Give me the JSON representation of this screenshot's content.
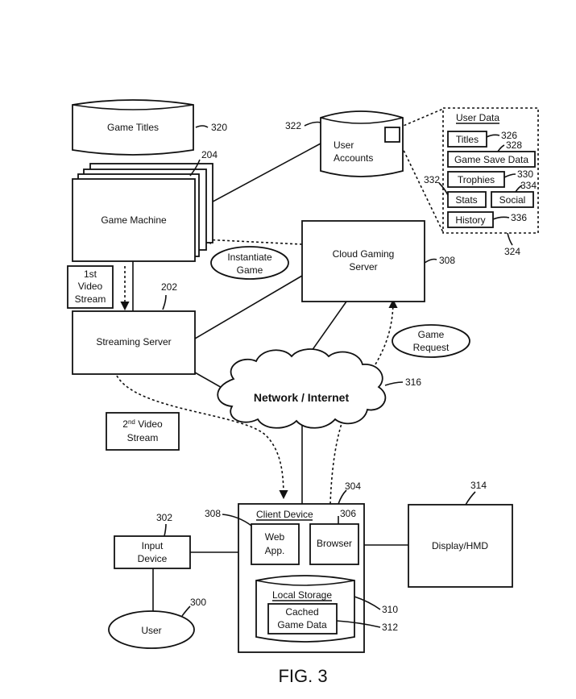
{
  "figure_label": "FIG. 3",
  "game_titles": {
    "label": "Game Titles",
    "ref": "320"
  },
  "game_machine": {
    "label": "Game Machine",
    "ref": "204"
  },
  "user_accounts": {
    "line1": "User",
    "line2": "Accounts",
    "ref": "322"
  },
  "user_data": {
    "title": "User Data",
    "ref": "324",
    "items": {
      "titles": {
        "label": "Titles",
        "ref": "326"
      },
      "game_save_data": {
        "label": "Game Save Data",
        "ref": "328"
      },
      "trophies": {
        "label": "Trophies",
        "ref": "330"
      },
      "stats": {
        "label": "Stats",
        "ref": "332"
      },
      "social": {
        "label": "Social",
        "ref": "334"
      },
      "history": {
        "label": "History",
        "ref": "336"
      }
    }
  },
  "first_video_stream": {
    "line1": "1st",
    "line2": "Video",
    "line3": "Stream"
  },
  "streaming_server": {
    "label": "Streaming Server",
    "ref": "202"
  },
  "instantiate_game": {
    "line1": "Instantiate",
    "line2": "Game"
  },
  "cloud_gaming_server": {
    "line1": "Cloud Gaming",
    "line2": "Server",
    "ref": "308"
  },
  "game_request": {
    "line1": "Game",
    "line2": "Request"
  },
  "network": {
    "label": "Network / Internet",
    "ref": "316"
  },
  "second_video_stream": {
    "sup_num": "2",
    "sup": "nd",
    "rest": " Video",
    "line2": "Stream"
  },
  "client_device": {
    "label": "Client Device",
    "ref": "304"
  },
  "web_app": {
    "line1": "Web",
    "line2": "App.",
    "ref": "308"
  },
  "browser": {
    "label": "Browser",
    "ref": "306"
  },
  "local_storage": {
    "label": "Local Storage",
    "ref": "310"
  },
  "cached_game_data": {
    "line1": "Cached",
    "line2": "Game Data",
    "ref": "312"
  },
  "input_device": {
    "line1": "Input",
    "line2": "Device",
    "ref": "302"
  },
  "user": {
    "label": "User",
    "ref": "300"
  },
  "display_hmd": {
    "label": "Display/HMD",
    "ref": "314"
  }
}
